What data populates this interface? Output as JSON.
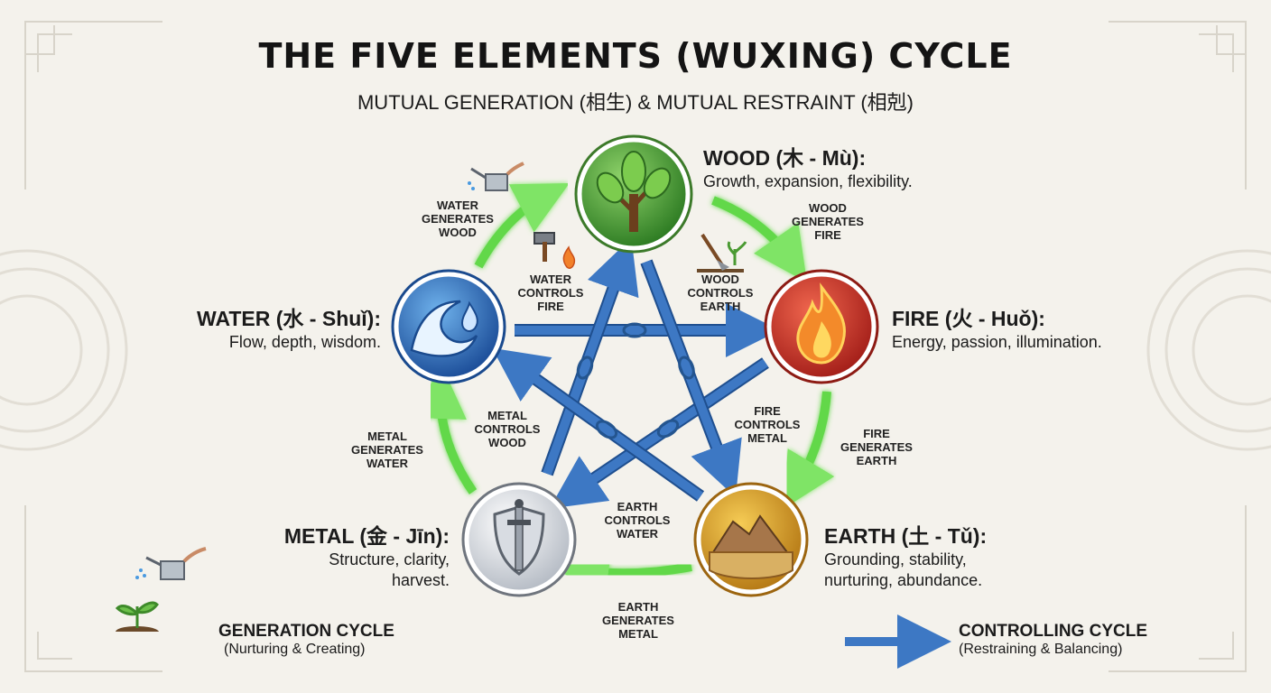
{
  "title": "THE FIVE ELEMENTS (WUXING) CYCLE",
  "subtitle": "MUTUAL GENERATION (相生) & MUTUAL RESTRAINT (相剋)",
  "elements": {
    "wood": {
      "name": "WOOD (木 - Mù):",
      "desc": "Growth, expansion, flexibility.",
      "color": "#4a9a32"
    },
    "fire": {
      "name": "FIRE (火 - Huǒ):",
      "desc": "Energy, passion, illumination.",
      "color": "#d0352a"
    },
    "earth": {
      "name": "EARTH (土 - Tǔ):",
      "desc_line1": "Grounding, stability,",
      "desc_line2": "nurturing, abundance.",
      "color": "#d9a32a"
    },
    "metal": {
      "name": "METAL (金 - Jīn):",
      "desc_line1": "Structure, clarity,",
      "desc_line2": "harvest.",
      "color": "#c8ccd2"
    },
    "water": {
      "name": "WATER (水 - Shuǐ):",
      "desc": "Flow, depth, wisdom.",
      "color": "#2f74c0"
    }
  },
  "generation_labels": {
    "water_wood": "WATER\nGENERATES\nWOOD",
    "wood_fire": "WOOD\nGENERATES\nFIRE",
    "fire_earth": "FIRE\nGENERATES\nEARTH",
    "earth_metal": "EARTH\nGENERATES\nMETAL",
    "metal_water": "METAL\nGENERATES\nWATER"
  },
  "control_labels": {
    "water_fire": "WATER\nCONTROLS\nFIRE",
    "wood_earth": "WOOD\nCONTROLS\nEARTH",
    "fire_metal": "FIRE\nCONTROLS\nMETAL",
    "earth_water": "EARTH\nCONTROLS\nWATER",
    "metal_wood": "METAL\nCONTROLS\nWOOD"
  },
  "legend": {
    "generation_title": "GENERATION CYCLE",
    "generation_sub": "(Nurturing & Creating)",
    "controlling_title": "CONTROLLING CYCLE",
    "controlling_sub": "(Restraining & Balancing)"
  },
  "colors": {
    "generation_arrow": "#62d84a",
    "control_arrow": "#3d78c4",
    "background": "#f4f2ec"
  }
}
